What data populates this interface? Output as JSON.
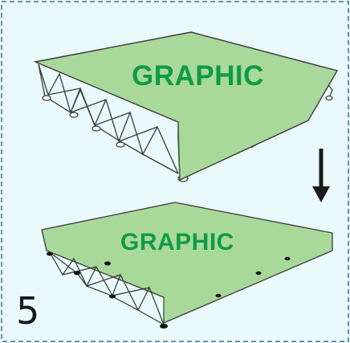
{
  "step": {
    "number": "5"
  },
  "stages": {
    "before": {
      "label": "GRAPHIC"
    },
    "after": {
      "label": "GRAPHIC"
    }
  },
  "icons": {
    "transition": "down-arrow-icon"
  },
  "colors": {
    "background": "#eaf9fb",
    "border": "#3d6f8f",
    "graphic_panel": "#a9d99a",
    "graphic_text": "#0f9a48",
    "truss": "#3a3a3a",
    "arrow": "#1a1a1a"
  }
}
